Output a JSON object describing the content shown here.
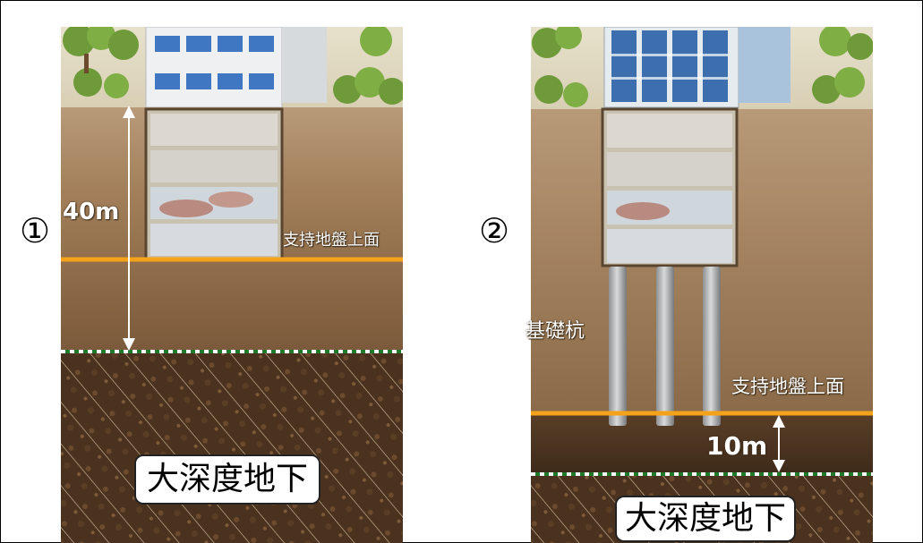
{
  "panel1": {
    "number": "①",
    "depth_label": "40m",
    "bearing_label": "支持地盤上面",
    "deep_label": "大深度地下"
  },
  "panel2": {
    "number": "②",
    "depth_label": "10m",
    "bearing_label": "支持地盤上面",
    "pile_label": "基礎杭",
    "deep_label": "大深度地下"
  },
  "colors": {
    "bearing_line": "#f5a21b",
    "deep_line": "#1f7a2a",
    "arrow": "#ffffff",
    "soil": "#8a6a48",
    "deep_soil": "#3e2a1a"
  }
}
